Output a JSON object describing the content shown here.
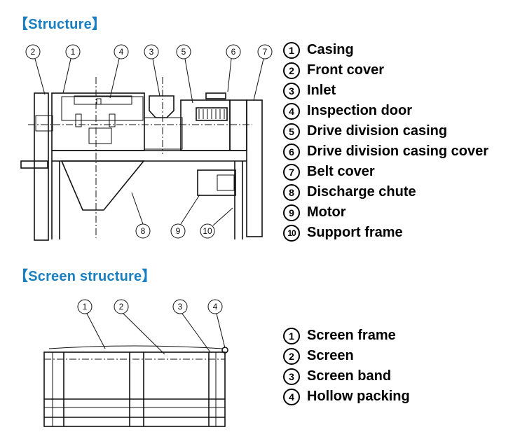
{
  "structure": {
    "title": "【Structure】",
    "legend": [
      {
        "num": "1",
        "label": "Casing"
      },
      {
        "num": "2",
        "label": "Front cover"
      },
      {
        "num": "3",
        "label": "Inlet"
      },
      {
        "num": "4",
        "label": "Inspection door"
      },
      {
        "num": "5",
        "label": "Drive division casing"
      },
      {
        "num": "6",
        "label": "Drive division casing cover"
      },
      {
        "num": "7",
        "label": "Belt cover"
      },
      {
        "num": "8",
        "label": "Discharge chute"
      },
      {
        "num": "9",
        "label": "Motor"
      },
      {
        "num": "10",
        "label": "Support frame"
      }
    ],
    "callouts": [
      "2",
      "1",
      "4",
      "3",
      "5",
      "6",
      "7",
      "8",
      "9",
      "10"
    ]
  },
  "screen": {
    "title": "【Screen structure】",
    "legend": [
      {
        "num": "1",
        "label": "Screen frame"
      },
      {
        "num": "2",
        "label": "Screen"
      },
      {
        "num": "3",
        "label": "Screen band"
      },
      {
        "num": "4",
        "label": "Hollow packing"
      }
    ],
    "callouts": [
      "1",
      "2",
      "3",
      "4"
    ]
  },
  "colors": {
    "title": "#1a7fc1",
    "text": "#000000"
  }
}
